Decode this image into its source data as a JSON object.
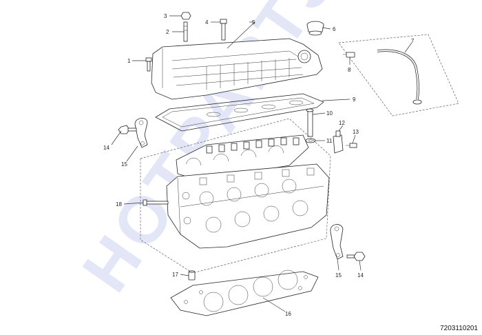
{
  "diagram_code": "7203110201",
  "watermark": "HOTPARTS",
  "callouts": {
    "c1": "1",
    "c2": "2",
    "c3": "3",
    "c4": "4",
    "c5": "5",
    "c6": "6",
    "c7": "7",
    "c8": "8",
    "c9": "9",
    "c10": "10",
    "c11": "11",
    "c12": "12",
    "c13": "13",
    "c14a": "14",
    "c14b": "14",
    "c15a": "15",
    "c15b": "15",
    "c16": "16",
    "c17": "17",
    "c18": "18"
  }
}
